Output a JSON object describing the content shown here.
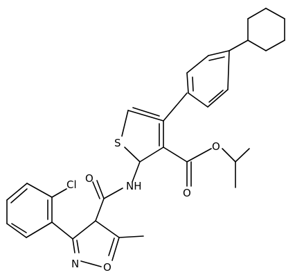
{
  "molecule": {
    "atoms": {
      "sulfur": "S",
      "amide_nh": "NH",
      "amide_o": "O",
      "ester_o_carbonyl": "O",
      "ester_o_ether": "O",
      "chlorine": "Cl",
      "isoxazole_n": "N",
      "isoxazole_o": "O"
    }
  },
  "colors": {
    "bond": "#000000",
    "label": "#000000",
    "background": "#ffffff"
  }
}
